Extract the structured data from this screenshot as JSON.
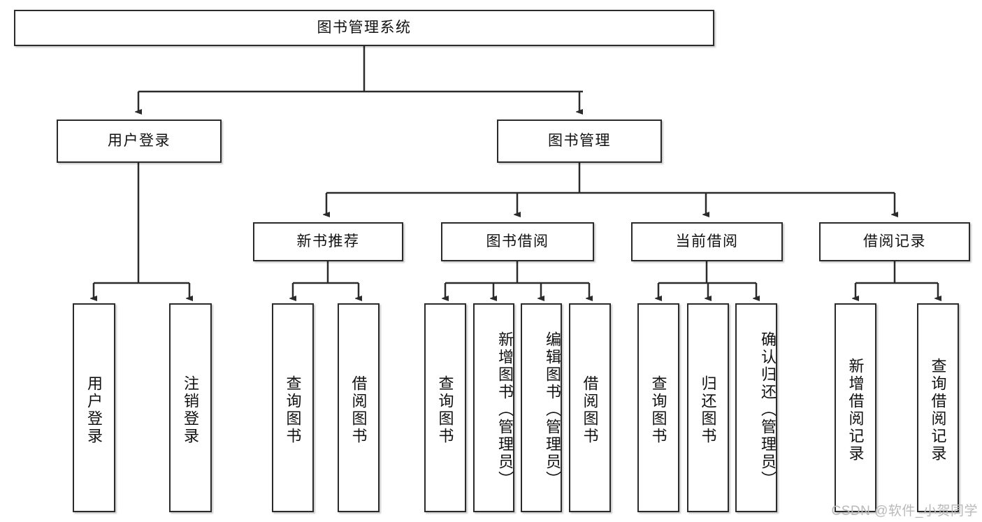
{
  "diagram": {
    "type": "tree-hierarchy",
    "title": "图书管理系统",
    "watermark": "CSDN @软件_小贺同学",
    "colors": {
      "stroke": "#2b2b2b",
      "fill": "#ffffff",
      "text": "#111111",
      "watermark": "#b9b9b9"
    },
    "nodes": {
      "root": {
        "label": "图书管理系统"
      },
      "level2": [
        {
          "id": "user-login",
          "label": "用户登录"
        },
        {
          "id": "book-manage",
          "label": "图书管理"
        }
      ],
      "level3": [
        {
          "id": "new-book-recommend",
          "label": "新书推荐"
        },
        {
          "id": "book-borrow",
          "label": "图书借阅"
        },
        {
          "id": "current-borrow",
          "label": "当前借阅"
        },
        {
          "id": "borrow-record",
          "label": "借阅记录"
        }
      ],
      "leaves": [
        {
          "id": "leaf-user-login",
          "label": "用户登录",
          "parent": "user-login"
        },
        {
          "id": "leaf-logout-login",
          "label": "注销登录",
          "parent": "user-login"
        },
        {
          "id": "leaf-query-book-1",
          "label": "查询图书",
          "parent": "new-book-recommend"
        },
        {
          "id": "leaf-borrow-book-1",
          "label": "借阅图书",
          "parent": "new-book-recommend"
        },
        {
          "id": "leaf-query-book-2",
          "label": "查询图书",
          "parent": "book-borrow"
        },
        {
          "id": "leaf-add-book",
          "label": "新增图书（管理员）",
          "parent": "book-borrow"
        },
        {
          "id": "leaf-edit-book",
          "label": "编辑图书（管理员）",
          "parent": "book-borrow"
        },
        {
          "id": "leaf-borrow-book-2",
          "label": "借阅图书",
          "parent": "book-borrow"
        },
        {
          "id": "leaf-query-book-3",
          "label": "查询图书",
          "parent": "current-borrow"
        },
        {
          "id": "leaf-return-book",
          "label": "归还图书",
          "parent": "current-borrow"
        },
        {
          "id": "leaf-confirm-return",
          "label": "确认归还（管理员）",
          "parent": "current-borrow"
        },
        {
          "id": "leaf-add-record",
          "label": "新增借阅记录",
          "parent": "borrow-record"
        },
        {
          "id": "leaf-query-record",
          "label": "查询借阅记录",
          "parent": "borrow-record"
        }
      ]
    }
  }
}
